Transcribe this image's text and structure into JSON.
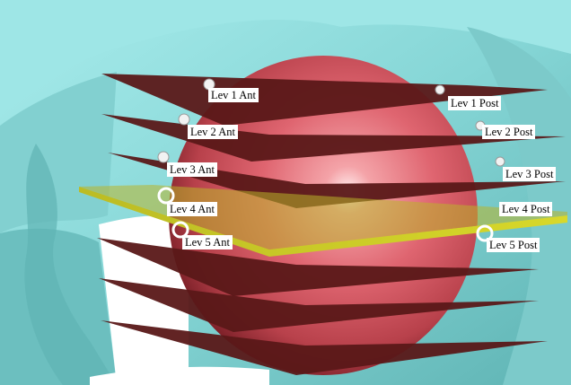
{
  "scene": {
    "description_colors": {
      "surface": "#8fdcdc",
      "sphere": "#d95a63",
      "plane": "#5a1818",
      "highlighted_plane": "#c8c820"
    }
  },
  "labels": {
    "lev1_ant": "Lev 1 Ant",
    "lev1_post": "Lev 1 Post",
    "lev2_ant": "Lev 2 Ant",
    "lev2_post": "Lev 2 Post",
    "lev3_ant": "Lev 3 Ant",
    "lev3_post": "Lev 3 Post",
    "lev4_ant": "Lev 4 Ant",
    "lev4_post": "Lev 4 Post",
    "lev5_ant": "Lev 5 Ant",
    "lev5_post": "Lev 5 Post"
  }
}
